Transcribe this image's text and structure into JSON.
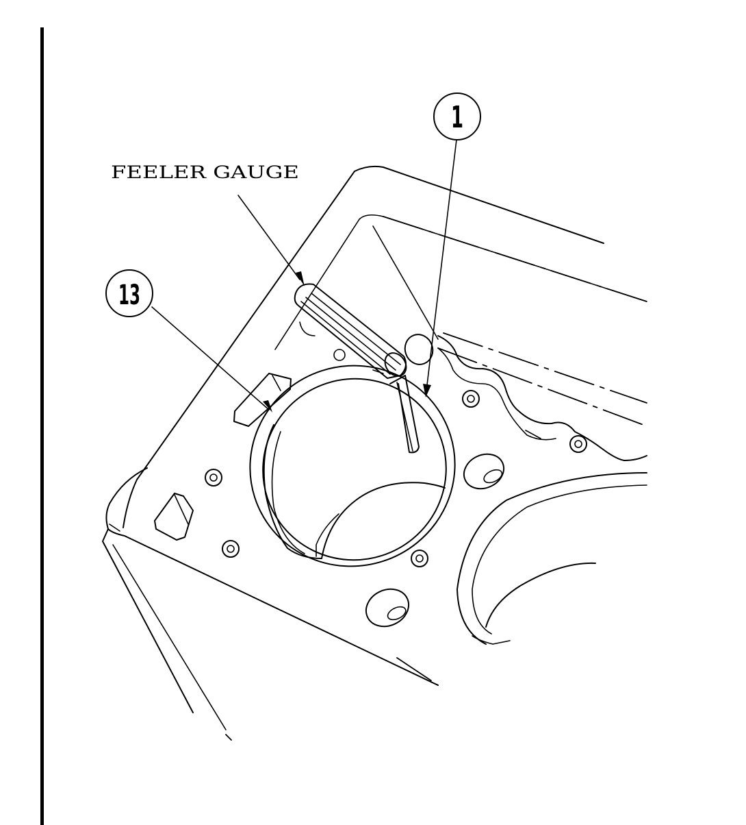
{
  "labels": {
    "feeler_gauge": "FEELER GAUGE"
  },
  "callouts": [
    {
      "id": "1",
      "number": "1"
    },
    {
      "id": "13",
      "number": "13"
    }
  ]
}
